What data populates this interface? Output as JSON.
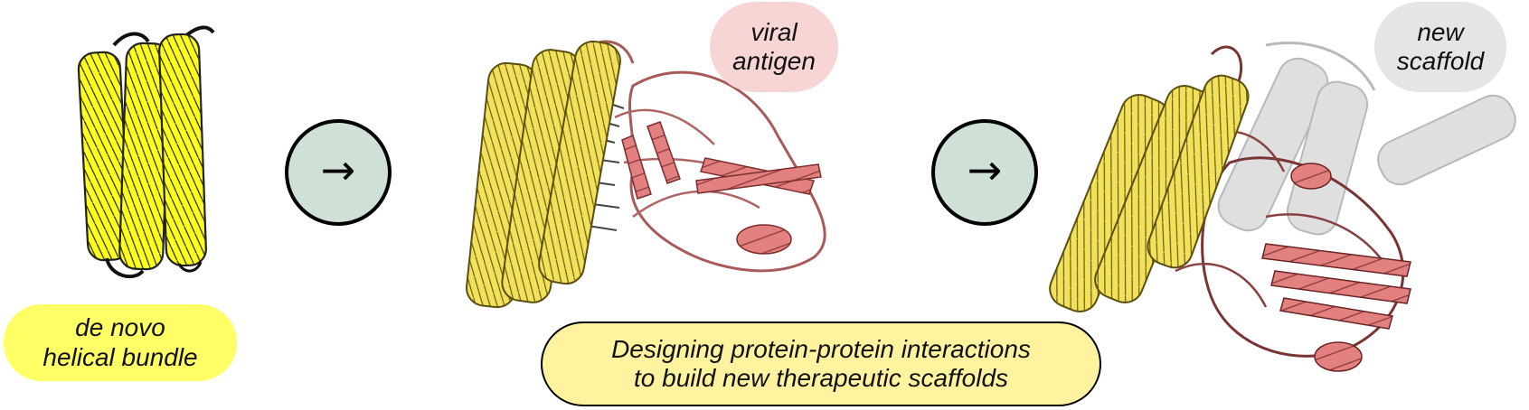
{
  "labels": {
    "bundle": [
      "de novo",
      "helical bundle"
    ],
    "antigen": [
      "viral",
      "antigen"
    ],
    "scaffold": [
      "new",
      "scaffold"
    ],
    "caption": [
      "Designing protein-protein interactions",
      "to build new therapeutic scaffolds"
    ]
  },
  "icons": {
    "step_arrow": "→"
  },
  "colors": {
    "helix": "#f2e15a",
    "bright_helix": "#ffff1f",
    "antigen": "#e38080",
    "scaffold_grey": "#b9b9b9",
    "bundle_pill": "#ffff66",
    "caption_pill": "#fff3a0",
    "antigen_pill": "#f8d5d5",
    "scaffold_pill": "#e5e5e5",
    "arrow_circle": "#cfe0d6"
  }
}
